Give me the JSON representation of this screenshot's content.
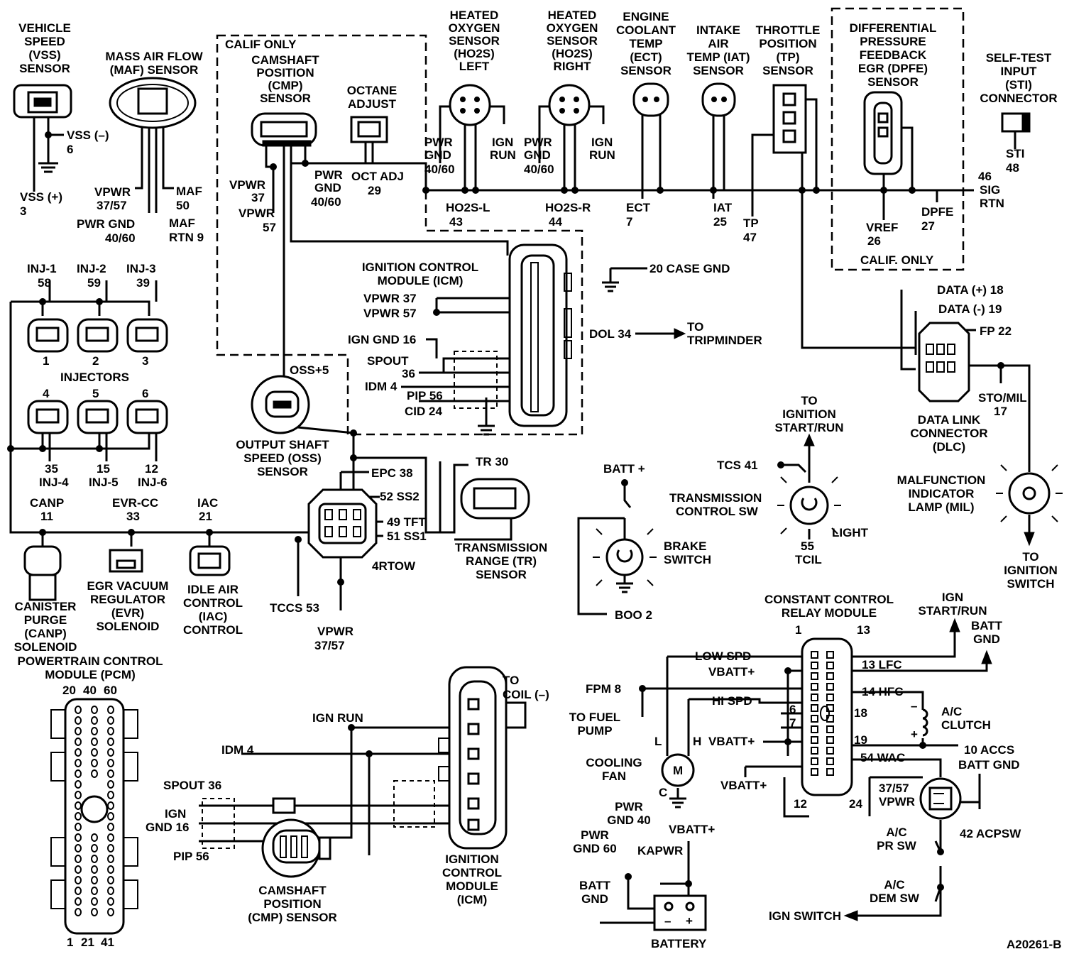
{
  "diagram_id": "A20261-B",
  "vss": {
    "title": [
      "VEHICLE",
      "SPEED",
      "(VSS)",
      "SENSOR"
    ],
    "neg": "VSS (–)",
    "neg_pin": "6",
    "pos": "VSS (+)",
    "pos_pin": "3"
  },
  "maf": {
    "title": [
      "MASS AIR FLOW",
      "(MAF) SENSOR"
    ],
    "vpwr": "VPWR",
    "vpwr_pin": "37/57",
    "pwrgnd": "PWR GND",
    "pwrgnd_pin": "40/60",
    "maf": "MAF",
    "maf_pin": "50",
    "rtn": "MAF",
    "rtn_pin": "RTN 9"
  },
  "calif_top": "CALIF ONLY",
  "cmp1": {
    "title": [
      "CAMSHAFT",
      "POSITION",
      "(CMP)",
      "SENSOR"
    ],
    "vpwr1": "VPWR",
    "vpwr1_pin": "37",
    "vpwr2": "VPWR",
    "vpwr2_pin": "57",
    "pwrgnd": "PWR",
    "pwrgnd2": "GND",
    "pwrgnd_pin": "40/60"
  },
  "octane": {
    "title": [
      "OCTANE",
      "ADJUST"
    ],
    "pin": "OCT ADJ",
    "pin_num": "29"
  },
  "ho2s_l": {
    "title": [
      "HEATED",
      "OXYGEN",
      "SENSOR",
      "(HO2S)",
      "LEFT"
    ],
    "pwr": [
      "PWR",
      "GND",
      "40/60"
    ],
    "ign": [
      "IGN",
      "RUN"
    ],
    "sig": "HO2S-L",
    "sig_pin": "43"
  },
  "ho2s_r": {
    "title": [
      "HEATED",
      "OXYGEN",
      "SENSOR",
      "(HO2S)",
      "RIGHT"
    ],
    "pwr": [
      "PWR",
      "GND",
      "40/60"
    ],
    "ign": [
      "IGN",
      "RUN"
    ],
    "sig": "HO2S-R",
    "sig_pin": "44"
  },
  "ect": {
    "title": [
      "ENGINE",
      "COOLANT",
      "TEMP",
      "(ECT)",
      "SENSOR"
    ],
    "sig": "ECT",
    "sig_pin": "7"
  },
  "iat": {
    "title": [
      "INTAKE",
      "AIR",
      "TEMP (IAT)",
      "SENSOR"
    ],
    "sig": "IAT",
    "sig_pin": "25"
  },
  "tp": {
    "title": [
      "THROTTLE",
      "POSITION",
      "(TP)",
      "SENSOR"
    ],
    "sig": "TP",
    "sig_pin": "47"
  },
  "dpfe": {
    "title": [
      "DIFFERENTIAL",
      "PRESSURE",
      "FEEDBACK",
      "EGR (DPFE)",
      "SENSOR"
    ],
    "vref": "VREF",
    "vref_pin": "26",
    "sig": "DPFE",
    "sig_pin": "27",
    "calif": "CALIF. ONLY"
  },
  "sti": {
    "title": [
      "SELF-TEST",
      "INPUT",
      "(STI)",
      "CONNECTOR"
    ],
    "sig": "STI",
    "sig_pin": "48"
  },
  "sigrtn": {
    "pin": "46",
    "l1": "SIG",
    "l2": "RTN"
  },
  "injectors": {
    "top": [
      {
        "name": "INJ-1",
        "pin": "58",
        "num": "1"
      },
      {
        "name": "INJ-2",
        "pin": "59",
        "num": "2"
      },
      {
        "name": "INJ-3",
        "pin": "39",
        "num": "3"
      }
    ],
    "label": "INJECTORS",
    "bottom": [
      {
        "name": "INJ-4",
        "pin": "35",
        "num": "4"
      },
      {
        "name": "INJ-5",
        "pin": "15",
        "num": "5"
      },
      {
        "name": "INJ-6",
        "pin": "12",
        "num": "6"
      }
    ]
  },
  "icm1": {
    "title": [
      "IGNITION CONTROL",
      "MODULE (ICM)"
    ],
    "pins": [
      "VPWR 37",
      "VPWR 57",
      "IGN GND 16",
      "SPOUT",
      "36",
      "IDM 4",
      "PIP 56",
      "CID 24"
    ]
  },
  "case_gnd": "20 CASE GND",
  "dol": "DOL 34",
  "tripminder": [
    "TO",
    "TRIPMINDER"
  ],
  "oss": {
    "title": [
      "OUTPUT SHAFT",
      "SPEED (OSS)",
      "SENSOR"
    ],
    "pin": "OSS+5"
  },
  "trans": {
    "pins": [
      "EPC 38",
      "52 SS2",
      "49 TFT",
      "51 SS1"
    ],
    "name": "4RTOW",
    "tccs": "TCCS 53",
    "vpwr": [
      "VPWR",
      "37/57"
    ]
  },
  "tr": {
    "pin": "TR 30",
    "title": [
      "TRANSMISSION",
      "RANGE (TR)",
      "SENSOR"
    ]
  },
  "bottom_row": {
    "canp": [
      "CANP",
      "11"
    ],
    "evr": [
      "EVR-CC",
      "33"
    ],
    "iac": [
      "IAC",
      "21"
    ]
  },
  "canp_title": [
    "CANISTER",
    "PURGE",
    "(CANP)",
    "SOLENOID"
  ],
  "evr_title": [
    "EGR VACUUM",
    "REGULATOR",
    "(EVR)",
    "SOLENOID"
  ],
  "iac_title": [
    "IDLE AIR",
    "CONTROL",
    "(IAC)",
    "CONTROL"
  ],
  "pcm": {
    "title": [
      "POWERTRAIN CONTROL",
      "MODULE (PCM)"
    ],
    "top_pins": [
      "20",
      "40",
      "60"
    ],
    "bottom_pins": [
      "1",
      "21",
      "41"
    ]
  },
  "icm2": {
    "pins": [
      "IGN RUN",
      "IDM 4",
      "SPOUT 36",
      "IGN",
      "GND 16",
      "PIP 56"
    ],
    "coil": [
      "TO",
      "COIL (–)"
    ],
    "title": [
      "IGNITION",
      "CONTROL",
      "MODULE",
      "(ICM)"
    ]
  },
  "cmp2": {
    "title": [
      "CAMSHAFT",
      "POSITION",
      "(CMP) SENSOR"
    ]
  },
  "brake": {
    "batt": "BATT +",
    "title": [
      "BRAKE",
      "SWITCH"
    ],
    "boo": "BOO 2"
  },
  "tcs": {
    "to": [
      "TO",
      "IGNITION",
      "START/RUN"
    ],
    "pin": "TCS 41",
    "title": [
      "TRANSMISSION",
      "CONTROL SW"
    ],
    "light": "LIGHT",
    "tcil": [
      "55",
      "TCIL"
    ]
  },
  "dlc": {
    "pins": [
      "DATA (+) 18",
      "DATA (-) 19",
      "FP 22",
      "STO/MIL",
      "17"
    ],
    "title": [
      "DATA LINK",
      "CONNECTOR",
      "(DLC)"
    ]
  },
  "mil": {
    "title": [
      "MALFUNCTION",
      "INDICATOR",
      "LAMP (MIL)"
    ],
    "to": [
      "TO",
      "IGNITION",
      "SWITCH"
    ]
  },
  "ccrm": {
    "title": [
      "CONSTANT CONTROL",
      "RELAY MODULE"
    ],
    "n1": "1",
    "n13": "13",
    "n12": "12",
    "n24": "24",
    "left": [
      "LOW SPD",
      "VBATT+",
      "FPM 8",
      "HI SPD",
      "VBATT+",
      "VBATT+"
    ],
    "nums": [
      "6",
      "7"
    ],
    "right": [
      "13 LFC",
      "14 HFC",
      "18",
      "19",
      "54 WAC"
    ],
    "ign": [
      "IGN",
      "START/RUN"
    ],
    "battgnd": [
      "BATT",
      "GND"
    ],
    "fuel": [
      "TO FUEL",
      "PUMP"
    ],
    "fan": [
      "COOLING",
      "FAN"
    ],
    "fan_l": "L",
    "fan_h": "H",
    "fan_c": "C",
    "fan_m": "M"
  },
  "ac": {
    "clutch": [
      "A/C",
      "CLUTCH"
    ],
    "accs": "10 ACCS",
    "battgnd": "BATT GND",
    "vpwr": [
      "37/57",
      "VPWR"
    ],
    "acpsw": "42 ACPSW",
    "prsw": [
      "A/C",
      "PR SW"
    ],
    "demsw": [
      "A/C",
      "DEM SW"
    ],
    "ignsw": "IGN SWITCH"
  },
  "battery": {
    "pwrgnd40": [
      "PWR",
      "GND 40"
    ],
    "vbatt": "VBATT+",
    "pwrgnd60": [
      "PWR",
      "GND 60"
    ],
    "kapwr": "KAPWR",
    "battgnd": [
      "BATT",
      "GND"
    ],
    "title": "BATTERY",
    "minus": "–",
    "plus": "+"
  }
}
